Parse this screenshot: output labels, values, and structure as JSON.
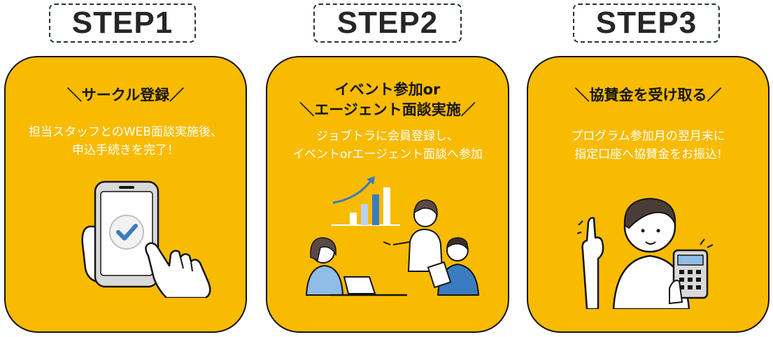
{
  "steps": [
    {
      "label": "STEP1",
      "title": "＼サークル登録／",
      "desc_line1": "担当スタッフとのWEB面談実施後、",
      "desc_line2": "申込手続きを完了！"
    },
    {
      "label": "STEP2",
      "title_line1": "イベント参加or",
      "title_line2": "＼エージェント面談実施／",
      "desc_line1": "ジョブトラに会員登録し、",
      "desc_line2": "イベントorエージェント面談へ参加"
    },
    {
      "label": "STEP3",
      "title": "＼協賛金を受け取る／",
      "desc_line1": "プログラム参加月の翌月末に",
      "desc_line2": "指定口座へ協賛金をお振込!"
    }
  ],
  "colors": {
    "card_bg": "#f8bb00",
    "border": "#141414",
    "label_border": "#1f3340",
    "accent_blue": "#3a7cc0"
  },
  "icons": [
    "phone-checkmark-illustration",
    "meeting-illustration",
    "person-calculator-illustration"
  ]
}
